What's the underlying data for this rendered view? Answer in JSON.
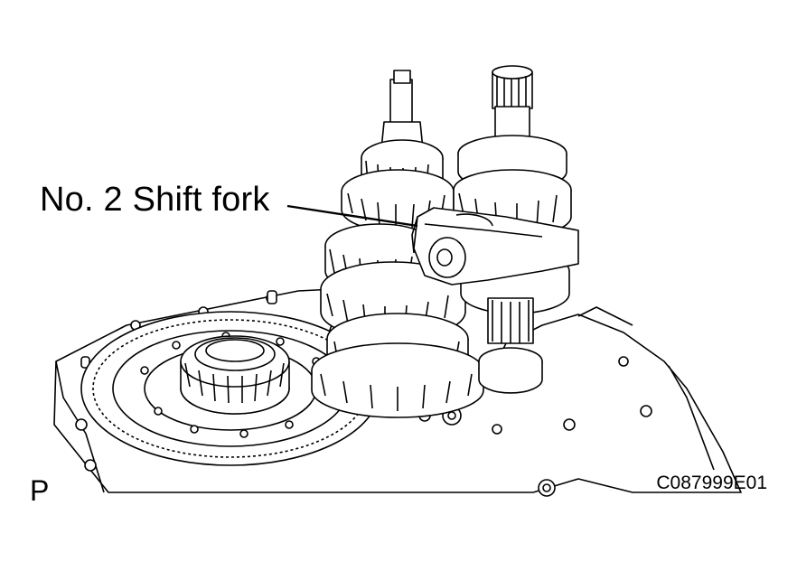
{
  "callout": {
    "label": "No. 2 Shift fork"
  },
  "corner_mark": "P",
  "figure_code": "C087999E01",
  "icons": [
    "gear-icon",
    "bearing-icon",
    "shaft-icon",
    "shift-fork-icon"
  ],
  "colors": {
    "ink": "#000000",
    "paper": "#ffffff"
  }
}
